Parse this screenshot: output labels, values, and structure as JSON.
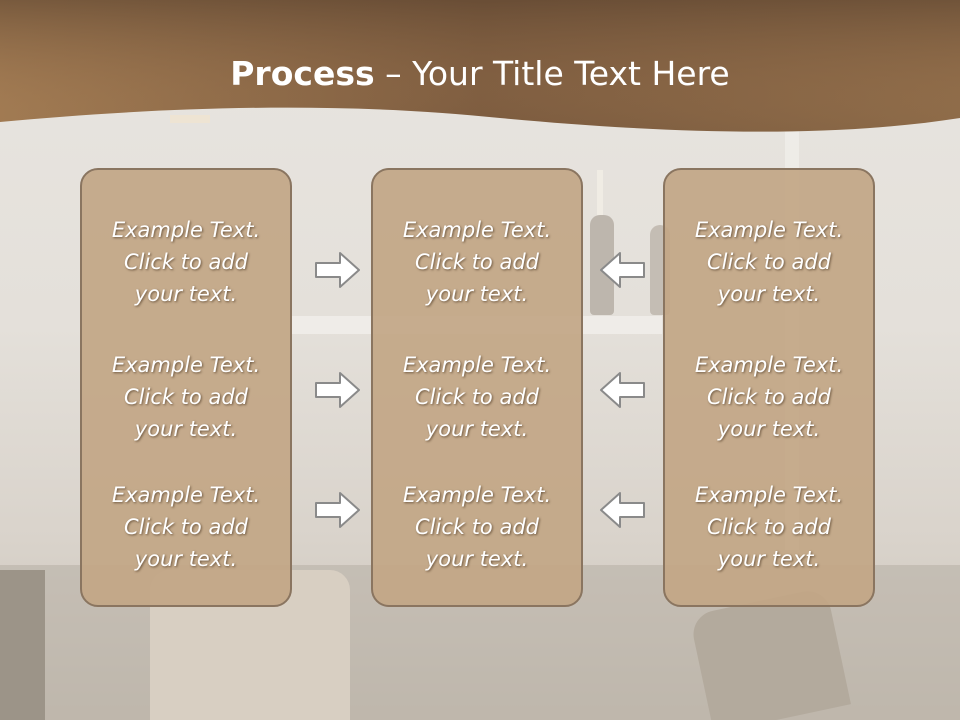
{
  "slide": {
    "title_bold": "Process",
    "title_rest": " – Your Title Text Here"
  },
  "columns": [
    {
      "items": [
        "Example Text.\nClick  to add\nyour text.",
        "Example Text.\nClick  to add\nyour text.",
        "Example Text.\nClick  to add\nyour text."
      ]
    },
    {
      "items": [
        "Example Text.\nClick  to add\nyour text.",
        "Example Text.\nClick  to add\nyour text.",
        "Example Text.\nClick  to add\nyour text."
      ]
    },
    {
      "items": [
        "Example Text.\nClick  to add\nyour text.",
        "Example Text.\nClick  to add\nyour text.",
        "Example Text.\nClick  to add\nyour text."
      ]
    }
  ],
  "arrows": {
    "left_group": "arrow-right-icon",
    "right_group": "arrow-left-icon"
  },
  "colors": {
    "header": "#8f6a47",
    "box_fill": "#c2a686",
    "box_border": "#8a7560",
    "text": "#ffffff"
  }
}
